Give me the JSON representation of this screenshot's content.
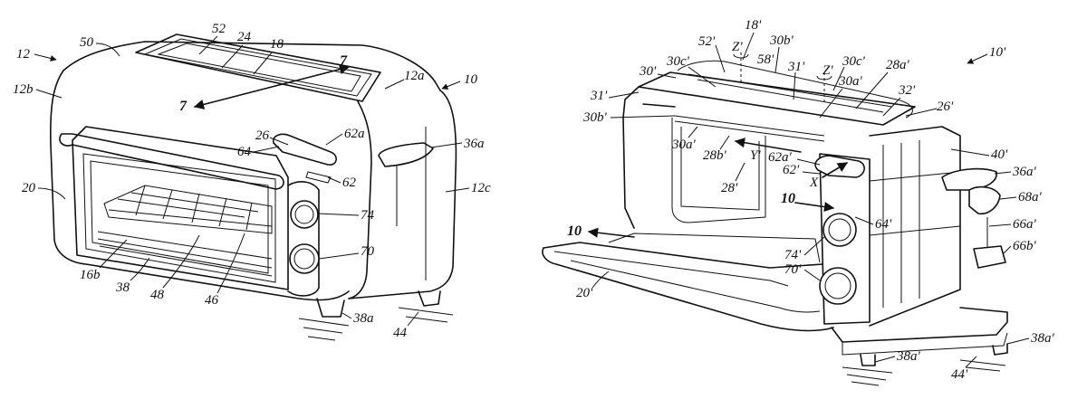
{
  "figures": [
    {
      "name": "toaster-oven-closed",
      "labels": [
        "12",
        "12b",
        "50",
        "52",
        "24",
        "18",
        "12a",
        "10",
        "7",
        "7",
        "26",
        "62a",
        "36a",
        "64",
        "62",
        "12c",
        "20",
        "74",
        "70",
        "16b",
        "38",
        "48",
        "46",
        "38a",
        "44"
      ]
    },
    {
      "name": "toaster-oven-open",
      "labels": [
        "10'",
        "18'",
        "52'",
        "Z'",
        "30b'",
        "30'",
        "58'",
        "31'",
        "30c'",
        "30c'",
        "Z'",
        "28a'",
        "30a'",
        "32'",
        "31'",
        "30b'",
        "26'",
        "30a'",
        "28b'",
        "Y'",
        "62a'",
        "40'",
        "62'",
        "36a'",
        "X'",
        "28'",
        "68a'",
        "10",
        "66a'",
        "64'",
        "66b'",
        "10",
        "74'",
        "70'",
        "20'",
        "38a'",
        "38a'",
        "44'"
      ]
    }
  ]
}
